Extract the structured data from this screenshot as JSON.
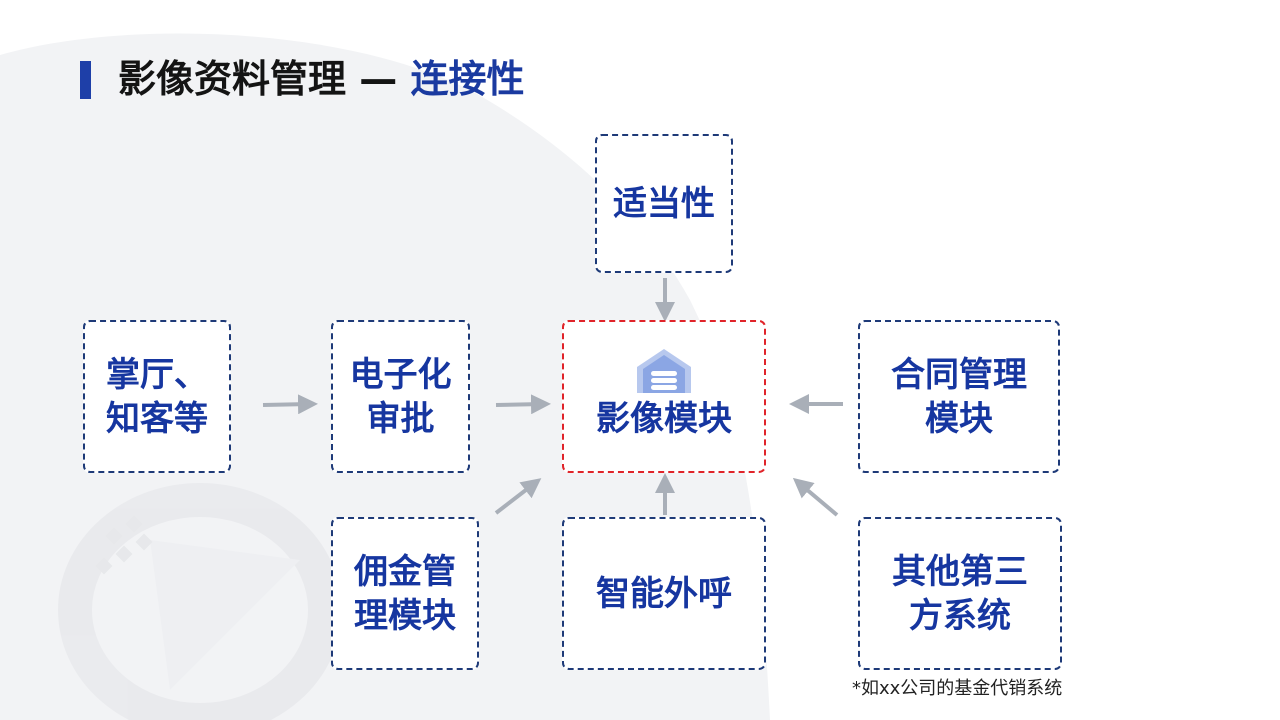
{
  "slide": {
    "title_main": "影像资料管理",
    "title_dash": "—",
    "title_sub": "连接性"
  },
  "nodes": {
    "suitability": {
      "lines": [
        "适当性"
      ]
    },
    "front_channels": {
      "lines": [
        "掌厅、",
        "知客等"
      ]
    },
    "e_approval": {
      "lines": [
        "电子化",
        "审批"
      ]
    },
    "image_module": {
      "lines": [
        "影像模块"
      ],
      "icon": "house-icon"
    },
    "contract_mgmt": {
      "lines": [
        "合同管理",
        "模块"
      ]
    },
    "commission_mgmt": {
      "lines": [
        "佣金管",
        "理模块"
      ]
    },
    "smart_outbound": {
      "lines": [
        "智能外呼"
      ]
    },
    "third_party": {
      "lines": [
        "其他第三",
        "方系统"
      ]
    }
  },
  "footnote": "*如xx公司的基金代销系统",
  "colors": {
    "accent_blue": "#1636a0",
    "box_border": "#1e3a78",
    "center_border": "#e0242a",
    "arrow": "#a9afb8",
    "title_bar": "#1e3fa8",
    "icon": "#7c9be0"
  }
}
